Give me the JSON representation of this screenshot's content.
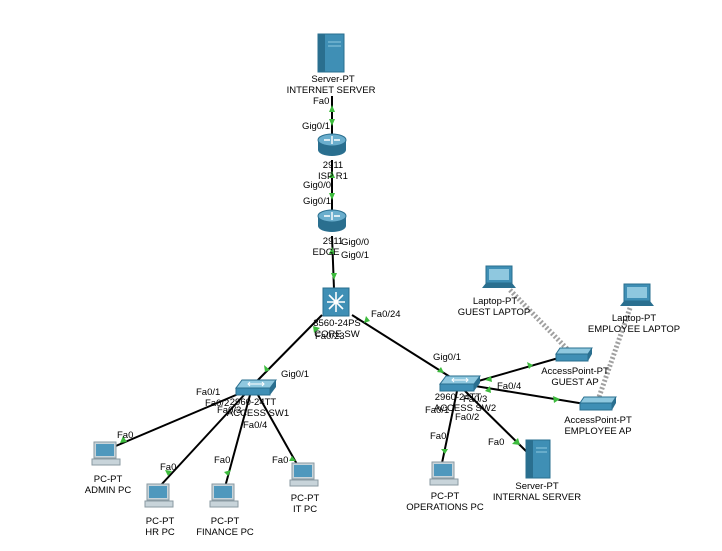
{
  "devices": {
    "internet_server": {
      "model": "Server-PT",
      "name": "INTERNET SERVER"
    },
    "isp_router": {
      "model": "2911",
      "name": "ISP R1"
    },
    "edge_router": {
      "model": "2911",
      "name": "EDGE"
    },
    "core_switch": {
      "model": "3560-24PS",
      "name": "CORE SW"
    },
    "access_switch_1": {
      "model": "2960-24TT",
      "name": "ACCESS SW1"
    },
    "access_switch_2": {
      "model": "2960-24TT",
      "name": "ACCESS SW2"
    },
    "admin_pc": {
      "model": "PC-PT",
      "name": "ADMIN PC"
    },
    "hr_pc": {
      "model": "PC-PT",
      "name": "HR PC"
    },
    "finance_pc": {
      "model": "PC-PT",
      "name": "FINANCE PC"
    },
    "it_pc": {
      "model": "PC-PT",
      "name": "IT PC"
    },
    "operations_pc": {
      "model": "PC-PT",
      "name": "OPERATIONS PC"
    },
    "internal_server": {
      "model": "Server-PT",
      "name": "INTERNAL SERVER"
    },
    "guest_laptop": {
      "model": "Laptop-PT",
      "name": "GUEST LAPTOP"
    },
    "employee_laptop": {
      "model": "Laptop-PT",
      "name": "EMPLOYEE LAPTOP"
    },
    "guest_ap": {
      "model": "AccessPoint-PT",
      "name": "GUEST AP"
    },
    "employee_ap": {
      "model": "AccessPoint-PT",
      "name": "EMPLOYEE AP"
    }
  },
  "ports": {
    "srv_fa0": "Fa0",
    "isp_gig01": "Gig0/1",
    "isp_gig00": "Gig0/0",
    "edge_gig01": "Gig0/1",
    "edge_gig00": "Gig0/0",
    "edge_gig01_down": "Gig0/1",
    "core_fa024": "Fa0/24",
    "core_fa023": "Fa0/23",
    "sw1_gig01": "Gig0/1",
    "sw1_fa01": "Fa0/1",
    "sw1_fa02": "Fa0/2",
    "sw1_fa03": "Fa0/3",
    "sw1_fa04": "Fa0/4",
    "admin_fa0": "Fa0",
    "hr_fa0": "Fa0",
    "fin_fa0": "Fa0",
    "it_fa0": "Fa0",
    "sw2_gig01": "Gig0/1",
    "sw2_fa01": "Fa0/1",
    "sw2_fa02": "Fa0/2",
    "sw2_fa03": "Fa0/3",
    "sw2_fa04": "Fa0/4",
    "ops_fa0": "Fa0",
    "isrv_fa0": "Fa0"
  },
  "colors": {
    "link": "#000000",
    "link_up_arrow": "#3dbb3d",
    "wireless": "#9a9a9a",
    "device_blue": "#3f8fb5",
    "device_dark": "#2a6f8f",
    "device_light": "#8fc8df"
  }
}
